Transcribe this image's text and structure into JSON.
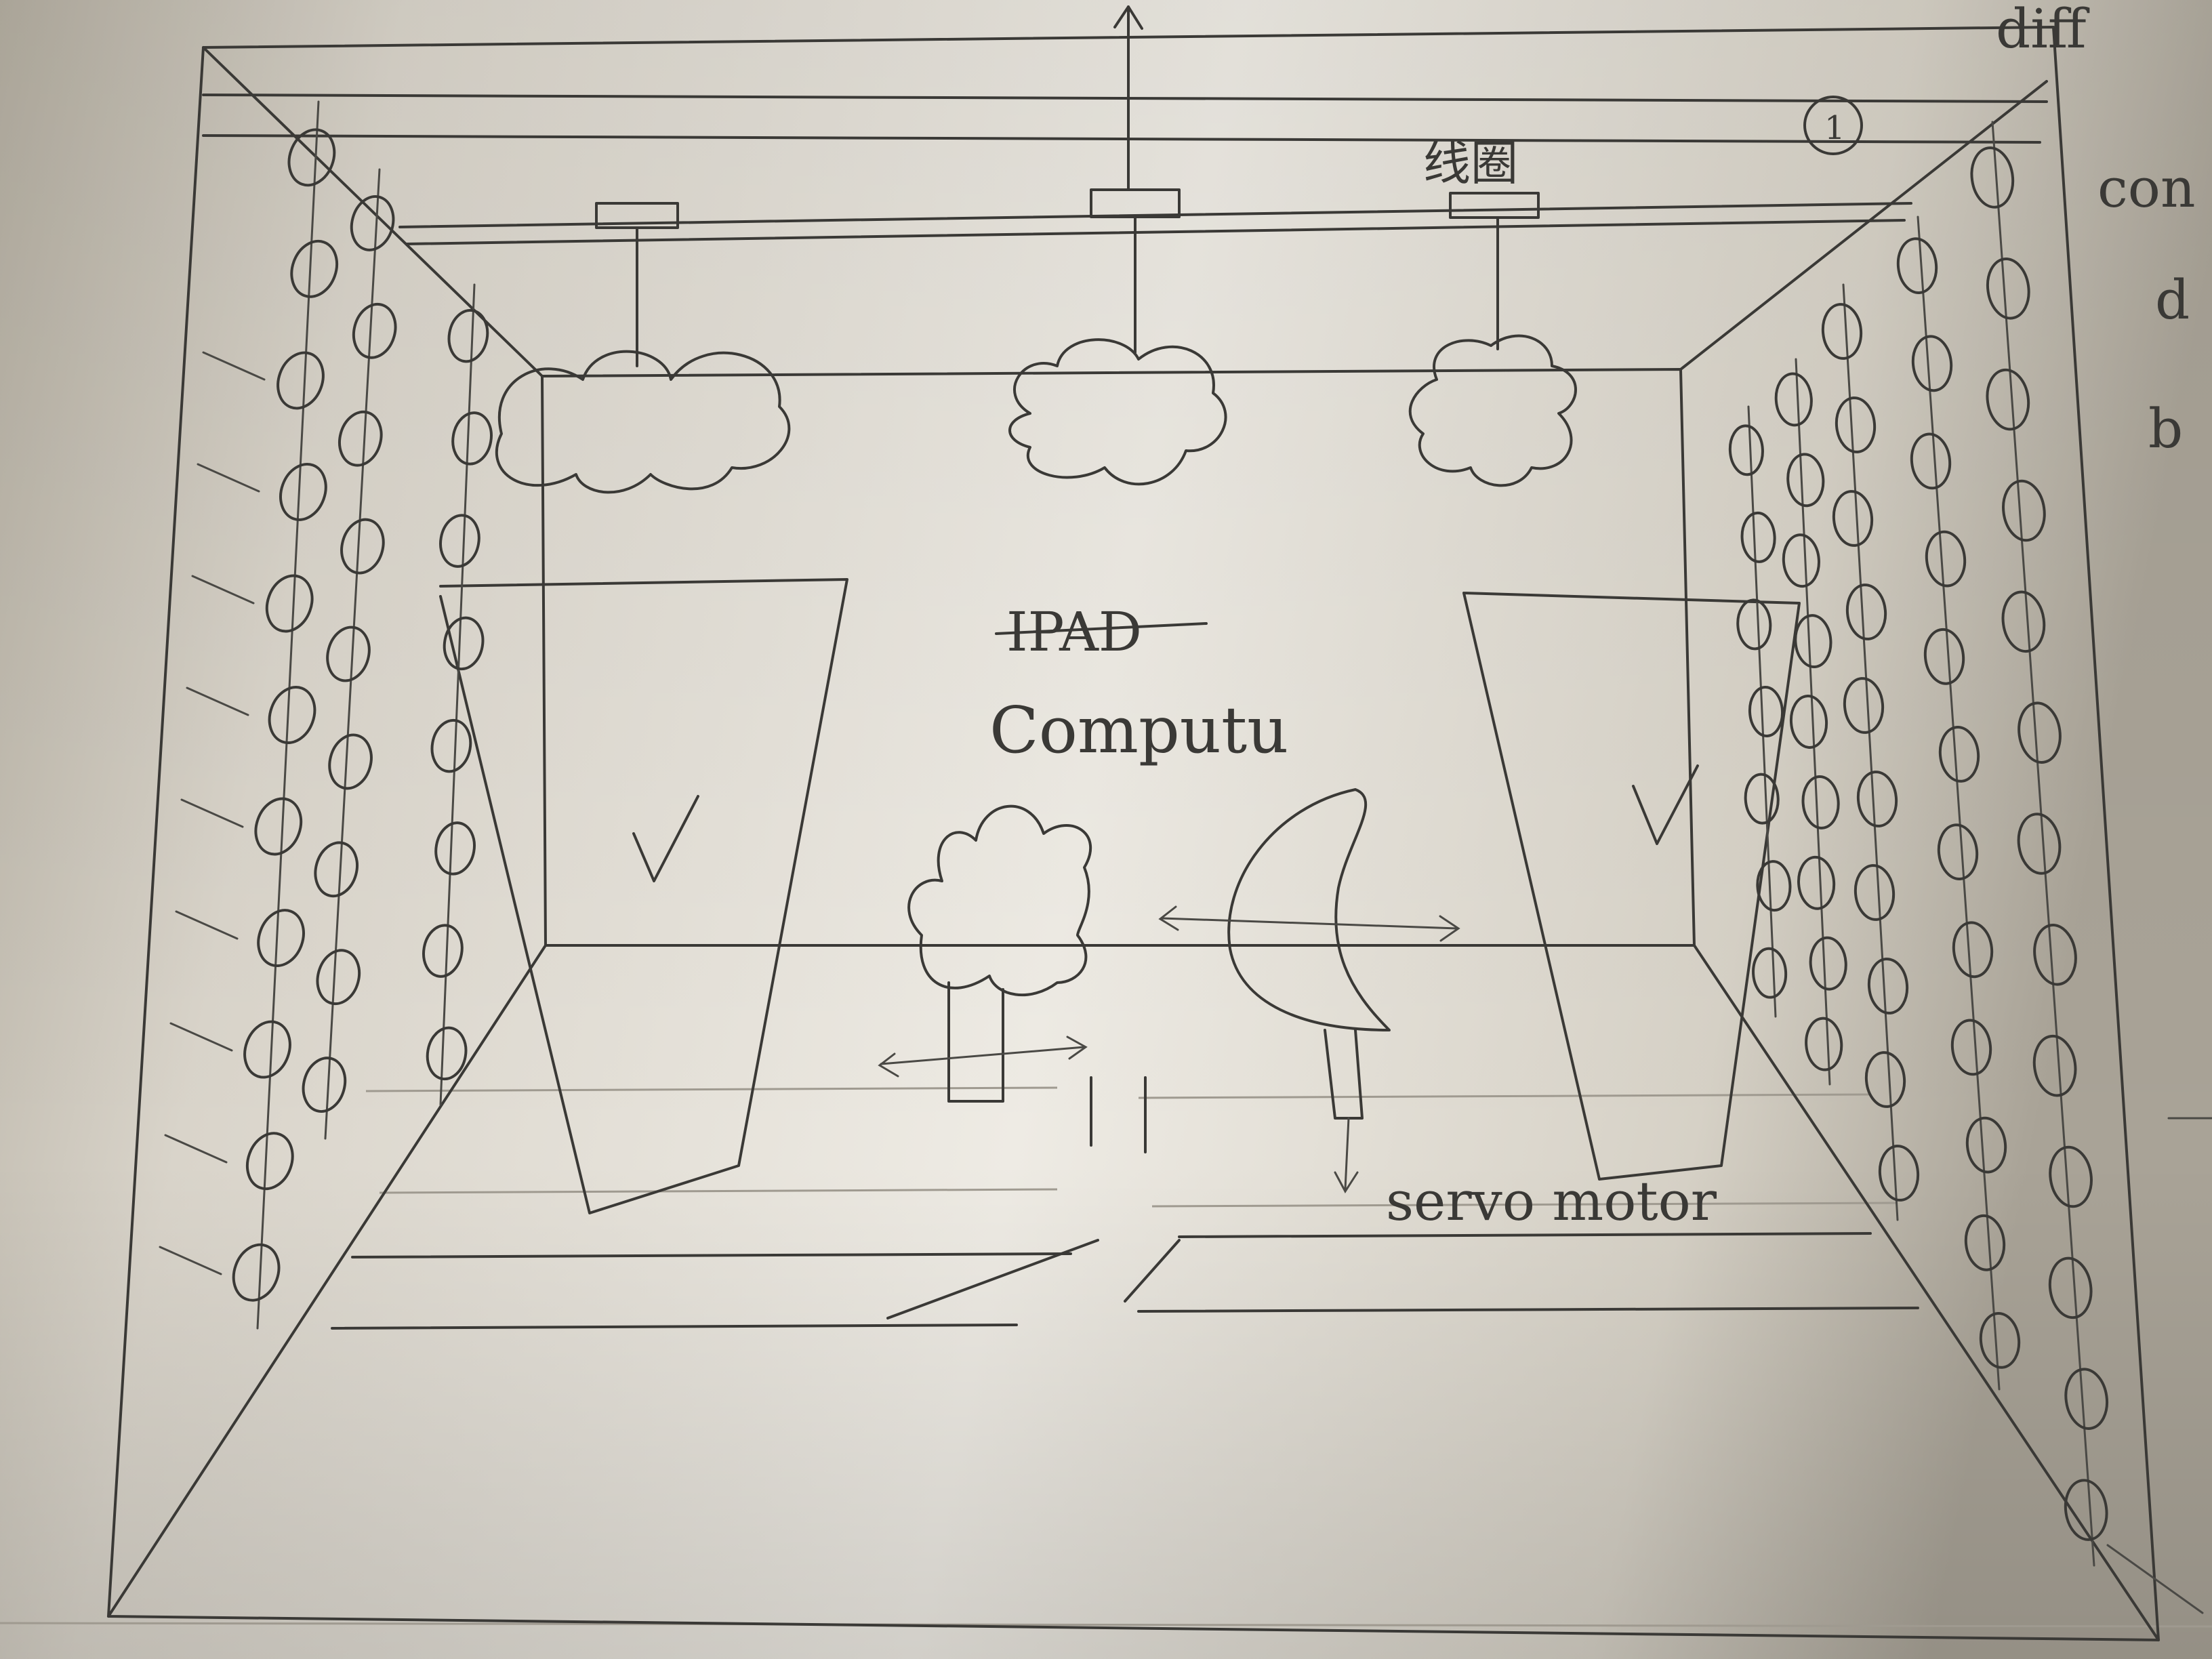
{
  "annotations": {
    "ipad": "IPAD",
    "computer": "Computu",
    "servo": "servo motor",
    "coil": "线圈",
    "marker": "1"
  },
  "margin_notes": [
    "diff",
    "con",
    "d",
    "b"
  ],
  "colors": {
    "paper_light": "#e9e5dd",
    "paper_shadow": "#a9a397",
    "ink": "#3a3936"
  }
}
